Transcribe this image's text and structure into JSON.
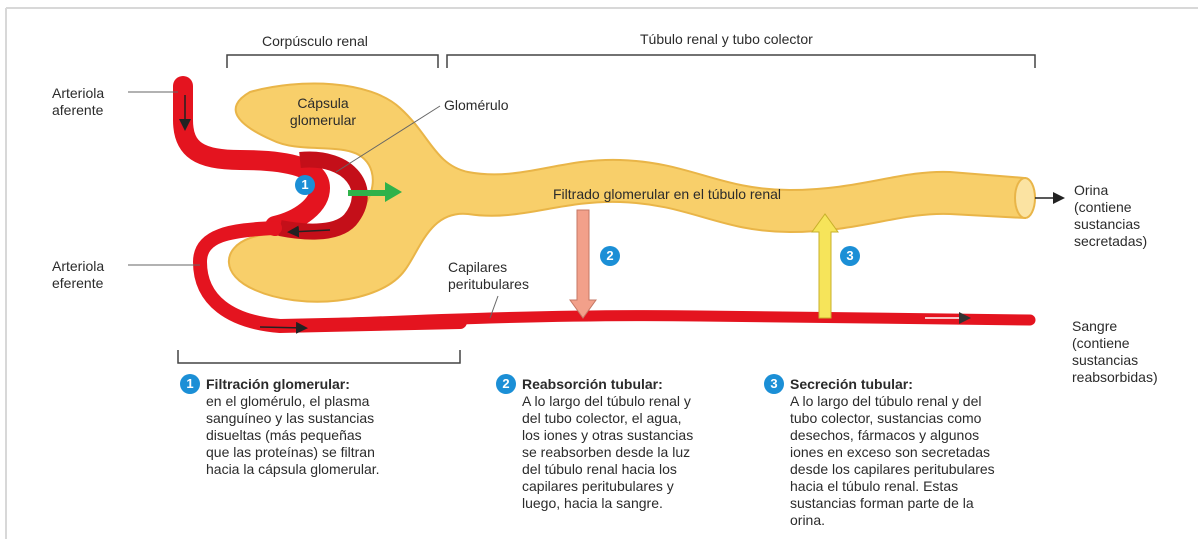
{
  "header": {
    "corpuscle": "Corpúsculo renal",
    "tubule": "Túbulo renal y tubo colector"
  },
  "labels": {
    "afferent_line1": "Arteriola",
    "afferent_line2": "aferente",
    "efferent_line1": "Arteriola",
    "efferent_line2": "eferente",
    "capsule_line1": "Cápsula",
    "capsule_line2": "glomerular",
    "glomerulus": "Glomérulo",
    "filtrate": "Filtrado glomerular en el túbulo renal",
    "capillaries_line1": "Capilares",
    "capillaries_line2": "peritubulares",
    "urine": "Orina\n(contiene\nsustancias\nsecretadas)",
    "blood": "Sangre\n(contiene\nsustancias\nreabsorbidas)"
  },
  "steps": [
    {
      "number": "1",
      "title": "Filtración glomerular:",
      "body": "en el glomérulo, el plasma\nsanguíneo y las sustancias\ndisueltas (más pequeñas\nque las proteínas) se filtran\nhacia la cápsula glomerular."
    },
    {
      "number": "2",
      "title": "Reabsorción tubular:",
      "body": "A lo largo del túbulo renal y\ndel tubo colector, el agua,\nlos iones y otras sustancias\nse reabsorben desde la luz\ndel túbulo renal hacia los\ncapilares peritubulares y\nluego, hacia la sangre."
    },
    {
      "number": "3",
      "title": "Secreción tubular:",
      "body": "A lo largo del túbulo renal y del\ntubo colector, sustancias como\ndesechos, fármacos y algunos\niones en exceso son secretadas\ndesde los capilares peritubulares\nhacia el túbulo renal. Estas\nsustancias forman parte de la\norina."
    }
  ],
  "colors": {
    "tubule_fill": "#f8cf6a",
    "tubule_edge": "#e9b548",
    "vessel": "#e4141f",
    "vessel_dark": "#a80d14",
    "badge": "#1b8fd6",
    "arrow_filtration": "#2fb24a",
    "arrow_reabsorption": "#f2a08a",
    "arrow_secretion": "#f6e45a"
  }
}
